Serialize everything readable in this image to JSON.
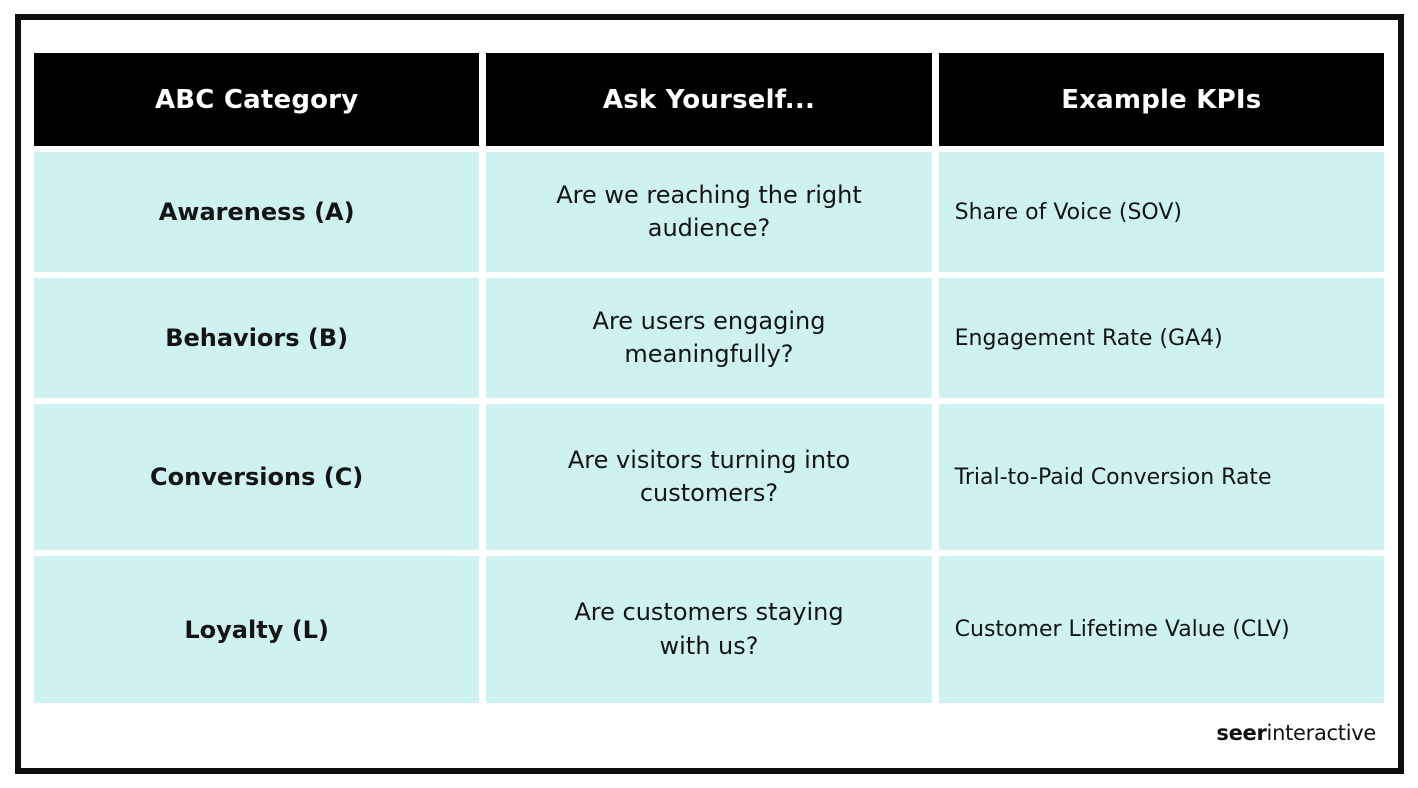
{
  "table": {
    "headers": {
      "category": "ABC Category",
      "question": "Ask Yourself...",
      "kpi": "Example KPIs"
    },
    "rows": [
      {
        "category": "Awareness (A)",
        "question": "Are we reaching the right\naudience?",
        "kpi": "Share of Voice (SOV)"
      },
      {
        "category": "Behaviors (B)",
        "question": "Are users engaging\nmeaningfully?",
        "kpi": "Engagement Rate (GA4)"
      },
      {
        "category": "Conversions (C)",
        "question": "Are visitors turning into\ncustomers?",
        "kpi": "Trial-to-Paid Conversion Rate"
      },
      {
        "category": "Loyalty (L)",
        "question": "Are customers staying\nwith us?",
        "kpi": "Customer Lifetime Value (CLV)"
      }
    ]
  },
  "footer": {
    "brand_bold": "seer",
    "brand_regular": "interactive"
  },
  "colors": {
    "header_bg": "#000000",
    "header_text": "#ffffff",
    "cell_bg": "#cef2f0",
    "body_text": "#141414",
    "frame": "#0d0d0d"
  }
}
